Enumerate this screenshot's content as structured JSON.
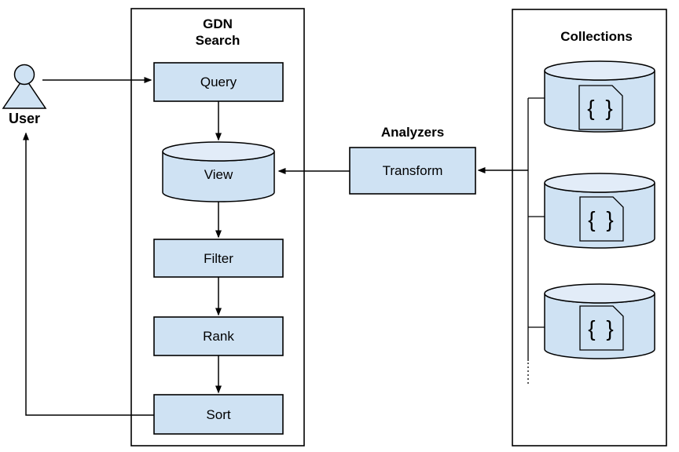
{
  "user": {
    "label": "User"
  },
  "gdn_search": {
    "title": [
      "GDN",
      "Search"
    ],
    "nodes": {
      "query": "Query",
      "view": "View",
      "filter": "Filter",
      "rank": "Rank",
      "sort": "Sort"
    }
  },
  "analyzers": {
    "title": "Analyzers",
    "nodes": {
      "transform": "Transform"
    }
  },
  "collections": {
    "title": "Collections",
    "document_glyph": "{ }",
    "cylinders_shown": 3,
    "more_indicator_dotted_line": true
  },
  "edges": [
    {
      "from": "User",
      "to": "Query"
    },
    {
      "from": "Query",
      "to": "View"
    },
    {
      "from": "Collections",
      "to": "Transform"
    },
    {
      "from": "Transform",
      "to": "View"
    },
    {
      "from": "View",
      "to": "Filter"
    },
    {
      "from": "Filter",
      "to": "Rank"
    },
    {
      "from": "Rank",
      "to": "Sort"
    },
    {
      "from": "Sort",
      "to": "User"
    }
  ],
  "colors": {
    "shape_fill": "#cfe2f3",
    "cylinder_top_fill": "#e2ecf8",
    "stroke": "#000000",
    "text": "#000000",
    "canvas_bg": "#ffffff"
  }
}
